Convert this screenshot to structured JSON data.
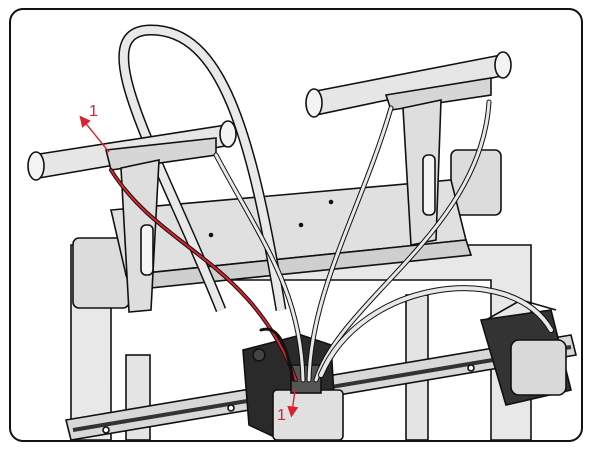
{
  "figure": {
    "callouts": [
      {
        "id": "callout-top-left",
        "text": "1"
      },
      {
        "id": "callout-bottom",
        "text": "1"
      }
    ]
  },
  "colors": {
    "outline": "#111111",
    "metal": "#e6e6e6",
    "dark_part": "#2a2a2a",
    "cable_highlight": "#d9232e",
    "callout": "#d9232e"
  }
}
